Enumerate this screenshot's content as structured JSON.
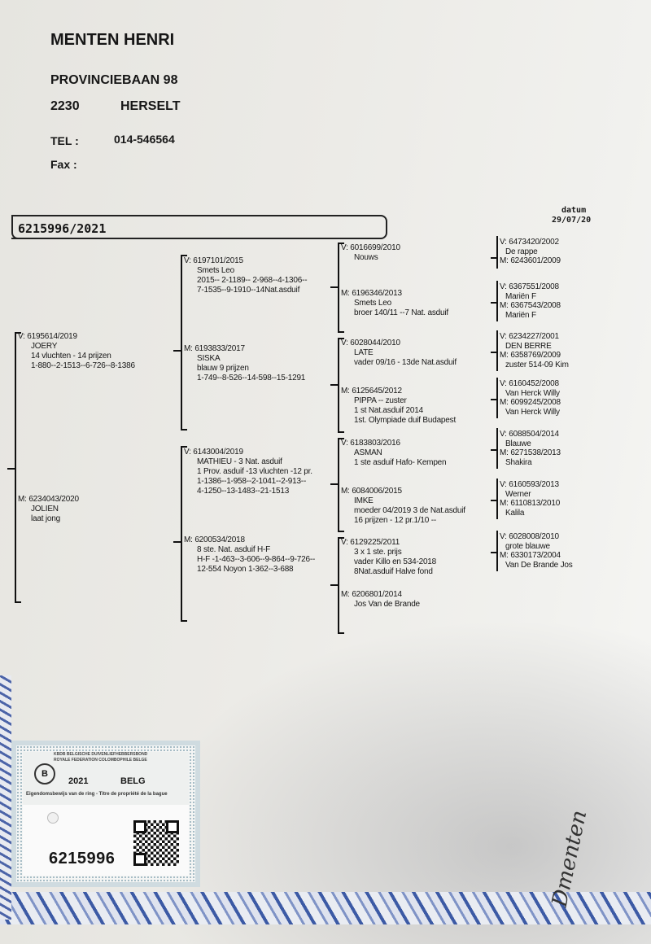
{
  "breeder": {
    "name": "MENTEN HENRI",
    "street": "PROVINCIEBAAN 98",
    "postcode": "2230",
    "city": "HERSELT",
    "tel_label": "TEL :",
    "tel": "014-546564",
    "fax_label": "Fax :"
  },
  "pigeon_ring": "6215996/2021",
  "date": {
    "label": "datum",
    "value": "29/07/20"
  },
  "pedigree": {
    "gen1": [
      {
        "role": "V:",
        "ring": "6195614/2019",
        "lines": [
          "JOERY",
          "14 vluchten - 14 prijzen",
          "1-880--2-1513--6-726--8-1386"
        ]
      },
      {
        "role": "M:",
        "ring": "6234043/2020",
        "lines": [
          "JOLIEN",
          "laat jong"
        ]
      }
    ],
    "gen2": [
      {
        "role": "V:",
        "ring": "6197101/2015",
        "lines": [
          "Smets Leo",
          "2015-- 2-1189-- 2-968--4-1306--",
          "7-1535--9-1910--14Nat.asduif"
        ]
      },
      {
        "role": "M:",
        "ring": "6193833/2017",
        "lines": [
          "SISKA",
          "blauw 9 prijzen",
          "1-749--8-526--14-598--15-1291"
        ]
      },
      {
        "role": "V:",
        "ring": "6143004/2019",
        "lines": [
          "MATHIEU - 3 Nat. asduif",
          "1 Prov. asduif -13 vluchten -12 pr.",
          "1-1386--1-958--2-1041--2-913--",
          "4-1250--13-1483--21-1513"
        ]
      },
      {
        "role": "M:",
        "ring": "6200534/2018",
        "lines": [
          "8 ste. Nat. asduif H-F",
          "H-F -1-463--3-606--9-864--9-726--",
          "12-554 Noyon 1-362--3-688"
        ]
      }
    ],
    "gen3": [
      {
        "role": "V:",
        "ring": "6016699/2010",
        "lines": [
          "Nouws"
        ]
      },
      {
        "role": "M:",
        "ring": "6196346/2013",
        "lines": [
          "Smets Leo",
          "broer 140/11 --7 Nat. asduif"
        ]
      },
      {
        "role": "V:",
        "ring": "6028044/2010",
        "lines": [
          "LATE",
          "vader 09/16 - 13de Nat.asduif"
        ]
      },
      {
        "role": "M:",
        "ring": "6125645/2012",
        "lines": [
          "PIPPA   -- zuster",
          "1 st Nat.asduif  2014",
          "1st. Olympiade duif Budapest"
        ]
      },
      {
        "role": "V:",
        "ring": "6183803/2016",
        "lines": [
          "ASMAN",
          "1 ste asduif Hafo- Kempen"
        ]
      },
      {
        "role": "M:",
        "ring": "6084006/2015",
        "lines": [
          "IMKE",
          "moeder 04/2019 3 de Nat.asduif",
          "16 prijzen - 12 pr.1/10 --"
        ]
      },
      {
        "role": "V:",
        "ring": "6129225/2011",
        "lines": [
          "3 x 1 ste. prijs",
          "vader Killo en 534-2018",
          "8Nat.asduif Halve fond"
        ]
      },
      {
        "role": "M:",
        "ring": "6206801/2014",
        "lines": [
          "Jos Van de Brande"
        ]
      }
    ],
    "gen4": [
      {
        "v_ring": "6473420/2002",
        "v_name": "De rappe",
        "m_ring": "6243601/2009",
        "m_name": ""
      },
      {
        "v_ring": "6367551/2008",
        "v_name": "Mariën F",
        "m_ring": "6367543/2008",
        "m_name": "Mariën F"
      },
      {
        "v_ring": "6234227/2001",
        "v_name": "DEN BERRE",
        "m_ring": "6358769/2009",
        "m_name": "zuster 514-09 Kim"
      },
      {
        "v_ring": "6160452/2008",
        "v_name": "Van Herck Willy",
        "m_ring": "6099245/2008",
        "m_name": "Van Herck Willy"
      },
      {
        "v_ring": "6088504/2014",
        "v_name": "Blauwe",
        "m_ring": "6271538/2013",
        "m_name": "Shakira"
      },
      {
        "v_ring": "6160593/2013",
        "v_name": "Werner",
        "m_ring": "6110813/2010",
        "m_name": "Kalila"
      },
      {
        "v_ring": "6028008/2010",
        "v_name": "grote blauwe",
        "m_ring": "6330173/2004",
        "m_name": "Van De Brande Jos"
      }
    ],
    "gen4_roles": {
      "v": "V:",
      "m": "M:"
    }
  },
  "ring_card": {
    "federation_nl": "KBDB BELGISCHE DUIVENLIEFHEBBERSBOND",
    "federation_fr": "ROYALE FEDERATION COLOMBOPHILE BELGE",
    "year": "2021",
    "country": "BELG",
    "subtitle": "Eigendomsbewijs van de ring - Titre de propriété de la bague",
    "logo_letter": "B",
    "number": "6215996"
  },
  "signature": "Dmenten"
}
